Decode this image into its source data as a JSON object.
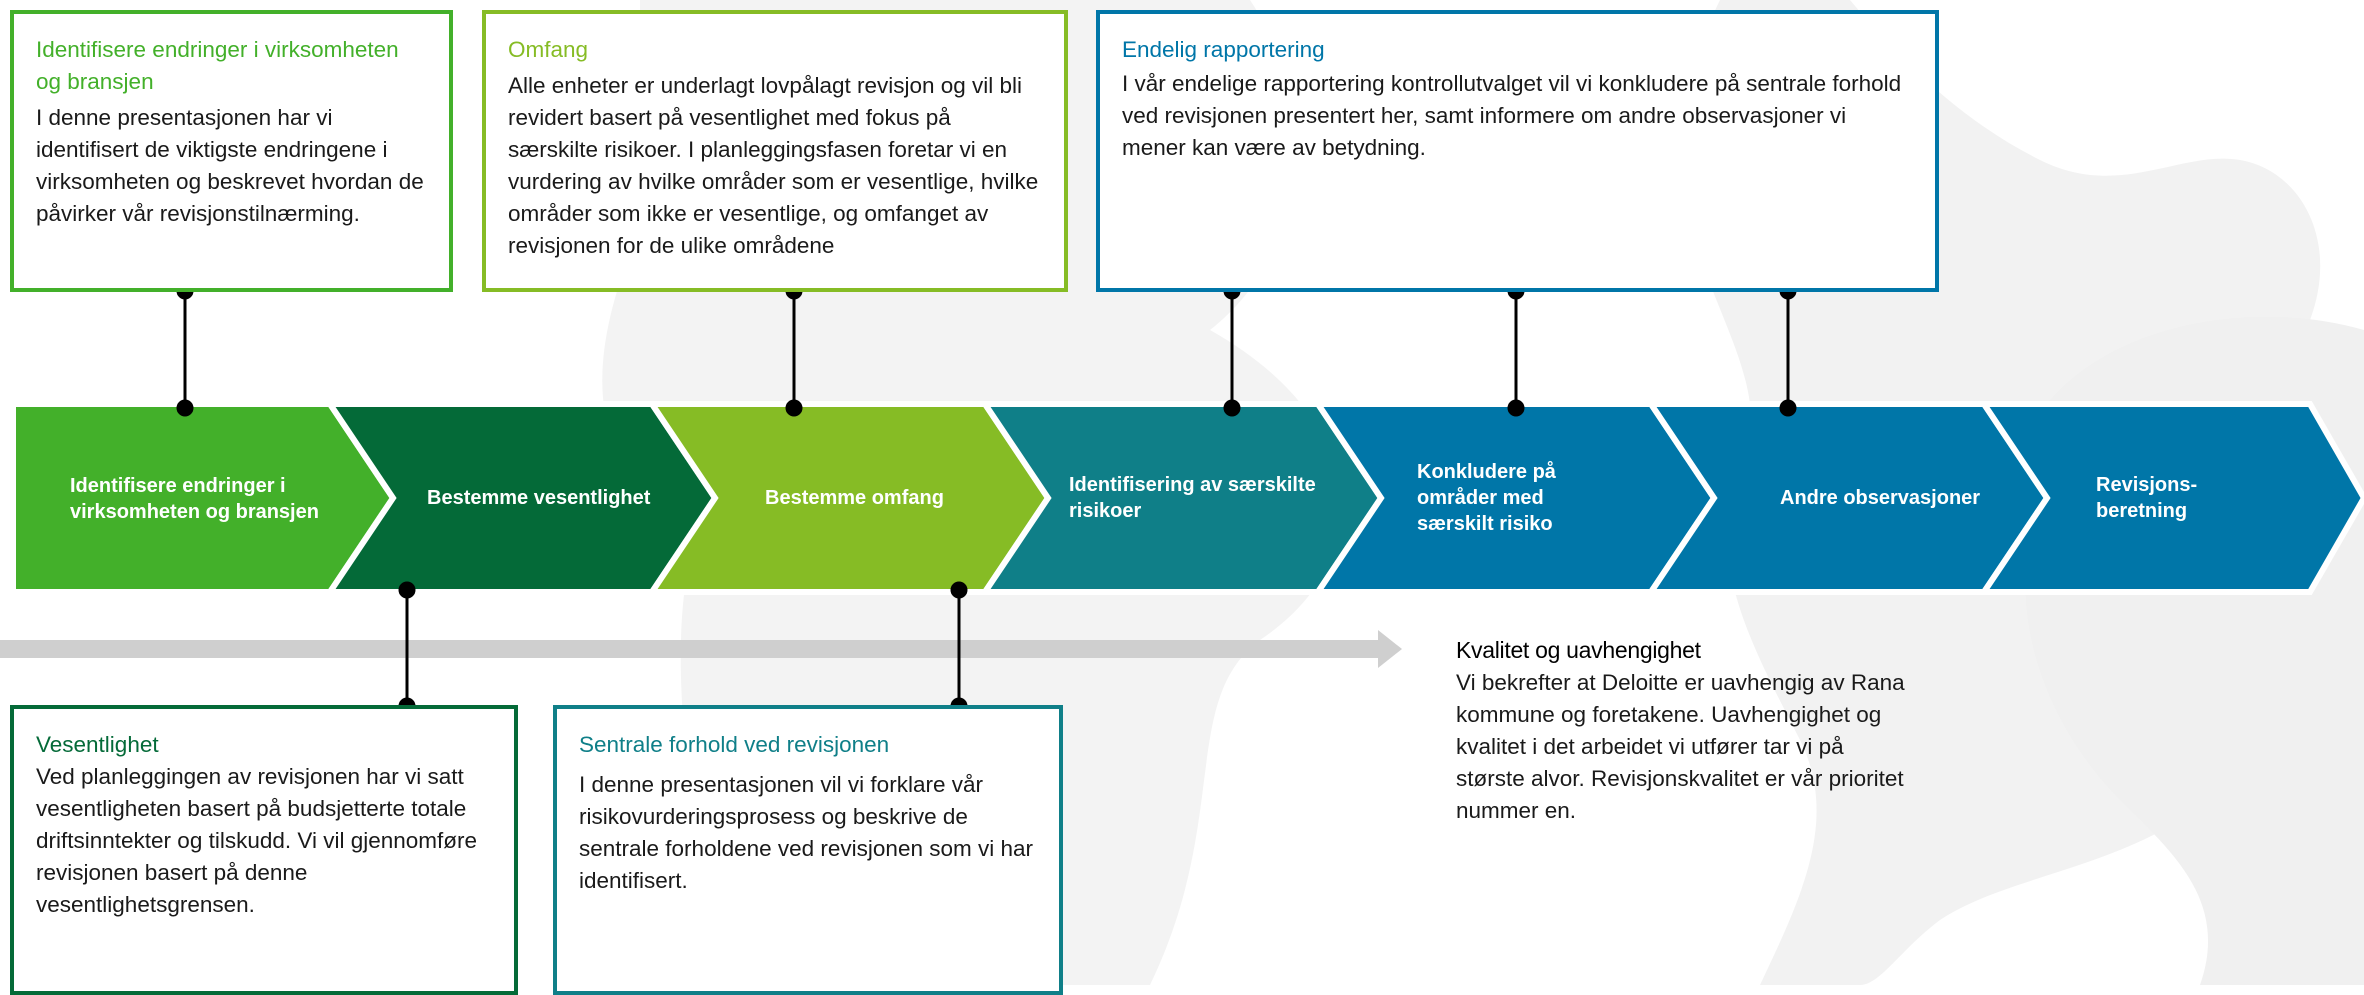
{
  "colors": {
    "bright_green": "#43b02a",
    "dark_green": "#046a38",
    "lime": "#86bc25",
    "teal": "#0f7f88",
    "blue": "#0076a8",
    "grey_arrow": "#cfcfcf",
    "bg_shape": "#f2f2f2"
  },
  "top_boxes": [
    {
      "title": "Identifisere endringer i virksomheten og bransjen",
      "body": "I denne presentasjonen har vi identifisert de viktigste endringene i virksomheten og beskrevet hvordan de påvirker vår revisjonstilnærming."
    },
    {
      "title": "Omfang",
      "body": "Alle enheter er underlagt lovpålagt revisjon og vil bli revidert basert på vesentlighet med fokus på særskilte risikoer. I planleggingsfasen foretar vi en vurdering av hvilke områder som er vesentlige, hvilke områder som ikke er vesentlige, og omfanget av revisjonen for de ulike områdene"
    },
    {
      "title": "Endelig rapportering",
      "body": "I vår endelige rapportering kontrollutvalget vil vi konkludere på sentrale forhold ved revisjonen presentert her, samt informere om andre observasjoner vi mener kan være av betydning."
    }
  ],
  "bottom_boxes": [
    {
      "title": "Vesentlighet",
      "body": "Ved planleggingen av revisjonen har vi satt vesentligheten basert på budsjetterte totale driftsinntekter og tilskudd. Vi vil gjennomføre revisjonen basert på denne vesentlighetsgrensen."
    },
    {
      "title": "Sentrale forhold ved revisjonen",
      "body": "I denne presentasjonen vil vi forklare vår risikovurderingsprosess og beskrive de sentrale forholdene ved revisjonen som vi har identifisert."
    }
  ],
  "process_steps": [
    "Identifisere endringer i virksomheten og bransjen",
    "Bestemme vesentlighet",
    "Bestemme omfang",
    "Identifisering av særskilte risikoer",
    "Konkludere på områder med særskilt risiko",
    "Andre observasjoner",
    "Revisjons-beretning"
  ],
  "quality": {
    "title": "Kvalitet og uavhengighet",
    "body": "Vi bekrefter at Deloitte er uavhengig av Rana kommune og foretakene. Uavhengighet og kvalitet i det arbeidet vi utfører tar vi på største alvor. Revisjonskvalitet er vår prioritet nummer en."
  }
}
